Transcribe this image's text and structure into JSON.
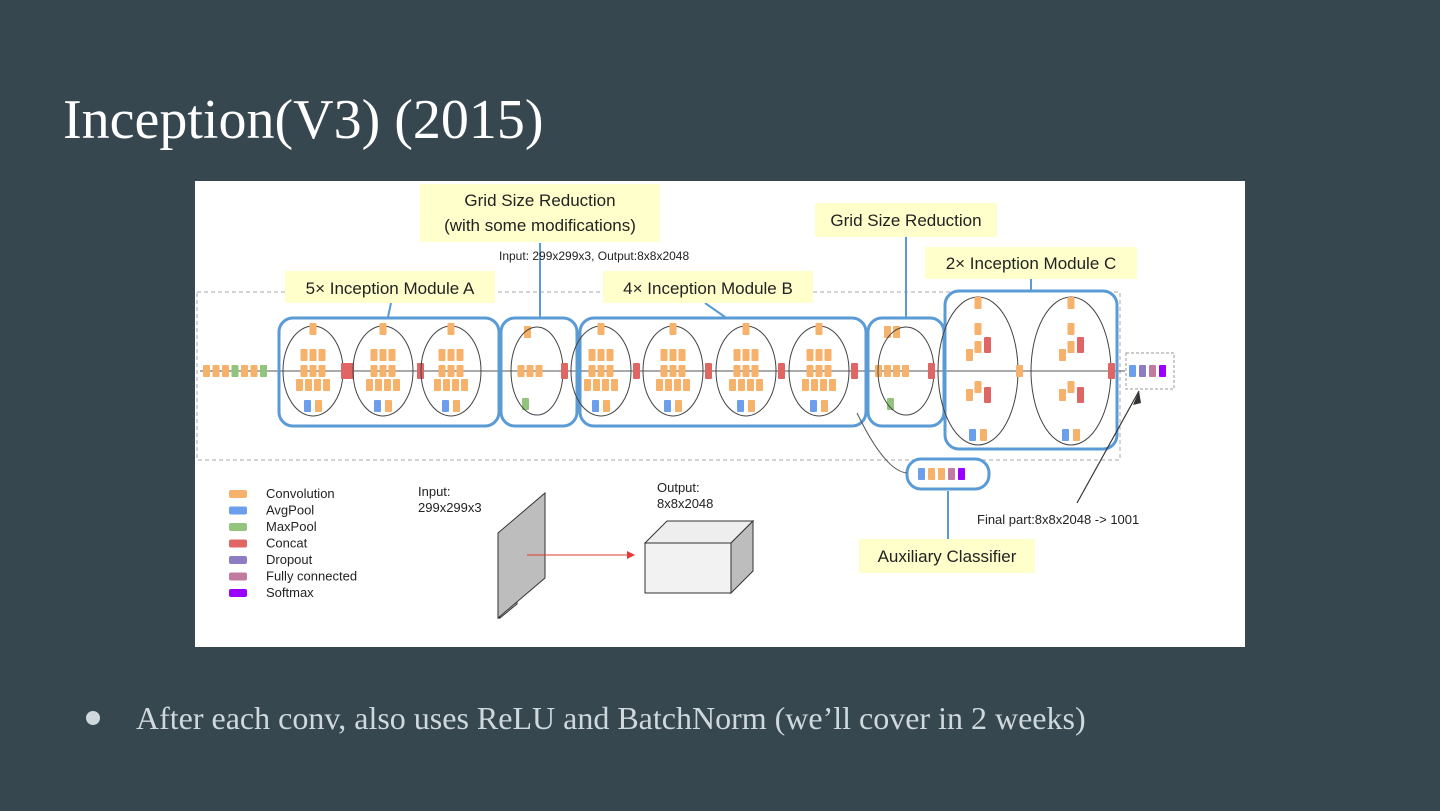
{
  "slide": {
    "title": "Inception(V3) (2015)",
    "bullet": "After each conv, also uses ReLU and BatchNorm (we’ll cover in 2 weeks)"
  },
  "diagram": {
    "labels": {
      "grid_reduction_1_line1": "Grid Size Reduction",
      "grid_reduction_1_line2": "(with some modifications)",
      "grid_reduction_2": "Grid Size Reduction",
      "io_note": "Input: 299x299x3, Output:8x8x2048",
      "module_a": "5× Inception Module A",
      "module_b": "4× Inception Module B",
      "module_c": "2× Inception Module C",
      "aux_classifier": "Auxiliary Classifier",
      "final_part": "Final part:8x8x2048 -> 1001",
      "input_line1": "Input:",
      "input_line2": "299x299x3",
      "output_line1": "Output:",
      "output_line2": "8x8x2048"
    },
    "legend": [
      {
        "label": "Convolution",
        "color": "#f6b26b"
      },
      {
        "label": "AvgPool",
        "color": "#6d9eeb"
      },
      {
        "label": "MaxPool",
        "color": "#93c47d"
      },
      {
        "label": "Concat",
        "color": "#e06666"
      },
      {
        "label": "Dropout",
        "color": "#8e7cc3"
      },
      {
        "label": "Fully connected",
        "color": "#c27ba0"
      },
      {
        "label": "Softmax",
        "color": "#9900ff"
      }
    ],
    "colors": {
      "conv": "#f6b26b",
      "avgpool": "#6d9eeb",
      "maxpool": "#93c47d",
      "concat": "#e06666",
      "dropout": "#8e7cc3",
      "fc": "#c27ba0",
      "softmax": "#9900ff",
      "group_box": "#5b9bd5",
      "label_bg": "#ffffcc"
    }
  }
}
